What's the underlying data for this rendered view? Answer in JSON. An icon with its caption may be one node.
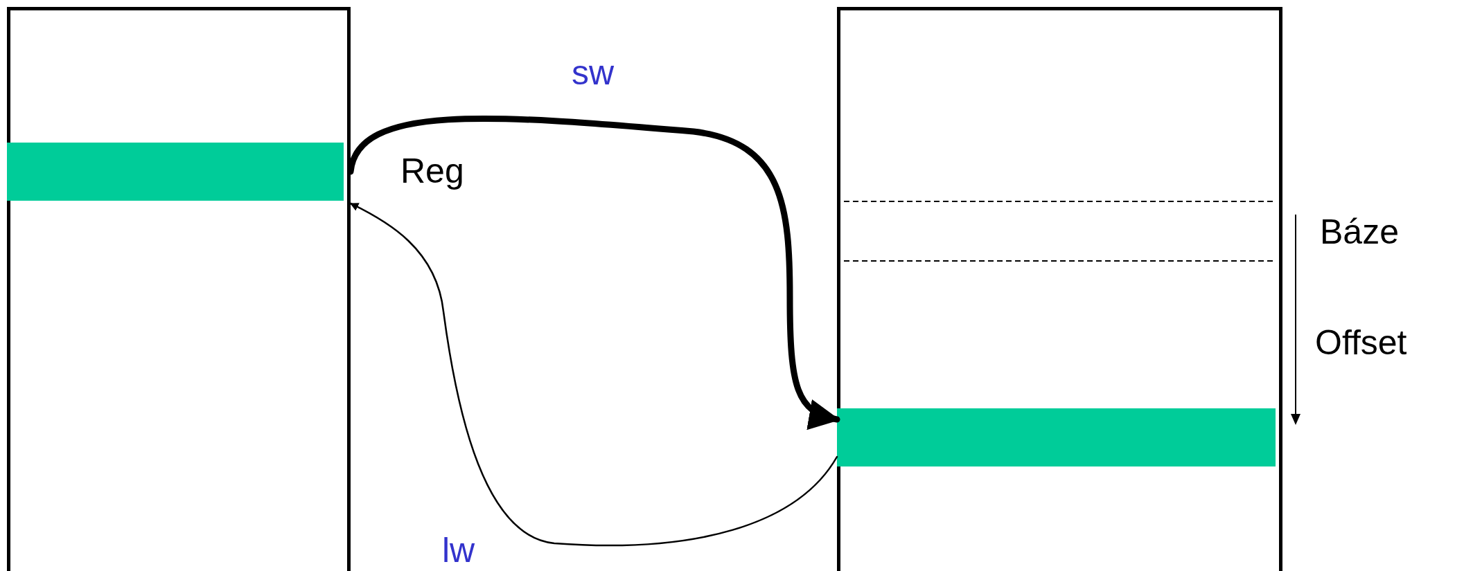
{
  "diagram": {
    "nodes": [
      {
        "text": [],
        "shape": "box"
      },
      {
        "text": [],
        "shape": "bar",
        "in": 0,
        "beside": [
          "Reg"
        ]
      },
      {
        "text": [],
        "shape": "box"
      },
      {
        "text": [],
        "shape": "bar",
        "in": 2
      }
    ],
    "edges": [
      {
        "from": 1,
        "to": 3,
        "arrow": "to",
        "label": "sw",
        "style": "thick"
      },
      {
        "from": 3,
        "to": 1,
        "arrow": "to",
        "label": "lw"
      }
    ],
    "labels": [
      "Báze",
      "Offset"
    ]
  }
}
